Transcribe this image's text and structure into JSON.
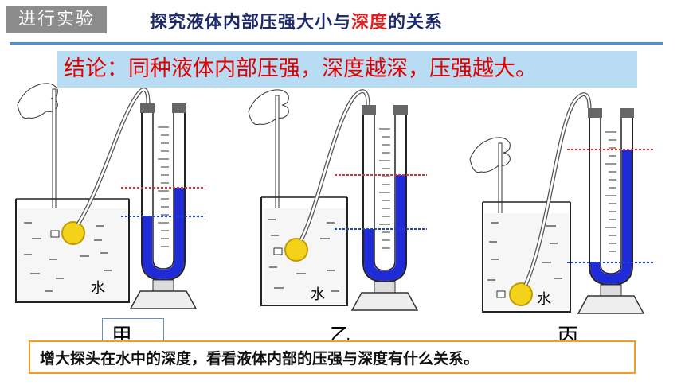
{
  "header": {
    "tag": "进行实验",
    "title_pre": "探究液体内部压强大小与",
    "title_highlight": "深度",
    "title_post": "的关系"
  },
  "conclusion": "结论：同种液体内部压强，深度越深，压强越大。",
  "experiments": [
    {
      "caption": "甲",
      "liquid_label": "水"
    },
    {
      "caption": "乙",
      "liquid_label": "水"
    },
    {
      "caption": "丙",
      "liquid_label": "水"
    }
  ],
  "bottom_note": "增大探头在水中的深度，看看液体内部的压强与深度有什么关系。",
  "colors": {
    "tag_bg": "#8c8c8c",
    "title": "#1f2a6b",
    "highlight": "#e02020",
    "conclusion_bg": "#b8dcf3",
    "conclusion_text": "#e00000",
    "liquid": "#1f2bd6",
    "note_border": "#f0a020"
  }
}
